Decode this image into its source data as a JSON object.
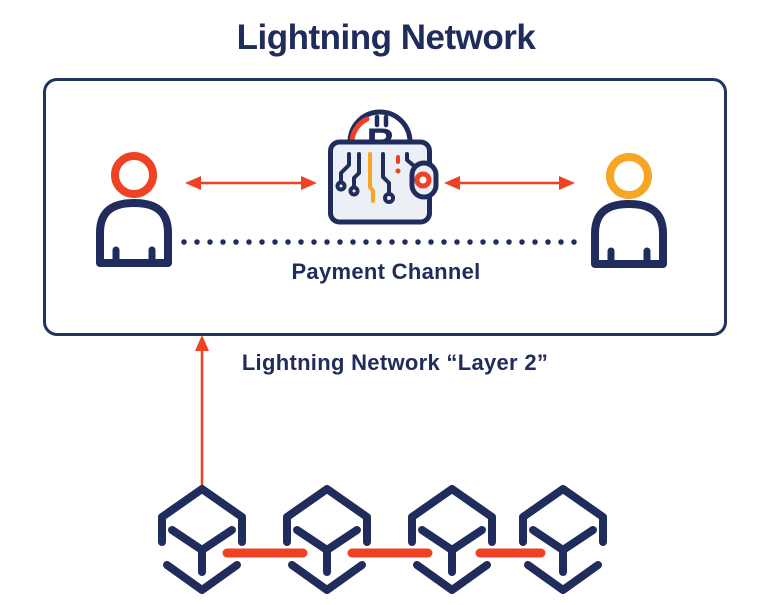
{
  "title": "Lightning Network",
  "box": {
    "payment_channel_label": "Payment Channel"
  },
  "layer2_label": "Lightning Network “Layer 2”",
  "wallet": {
    "bitcoin_symbol": "B"
  },
  "blockchain": {
    "block_count": "4"
  },
  "colors": {
    "navy": "#202C5C",
    "red": "#EF4123",
    "orange": "#F6A623",
    "wallet_fill": "#ECEFF6"
  }
}
